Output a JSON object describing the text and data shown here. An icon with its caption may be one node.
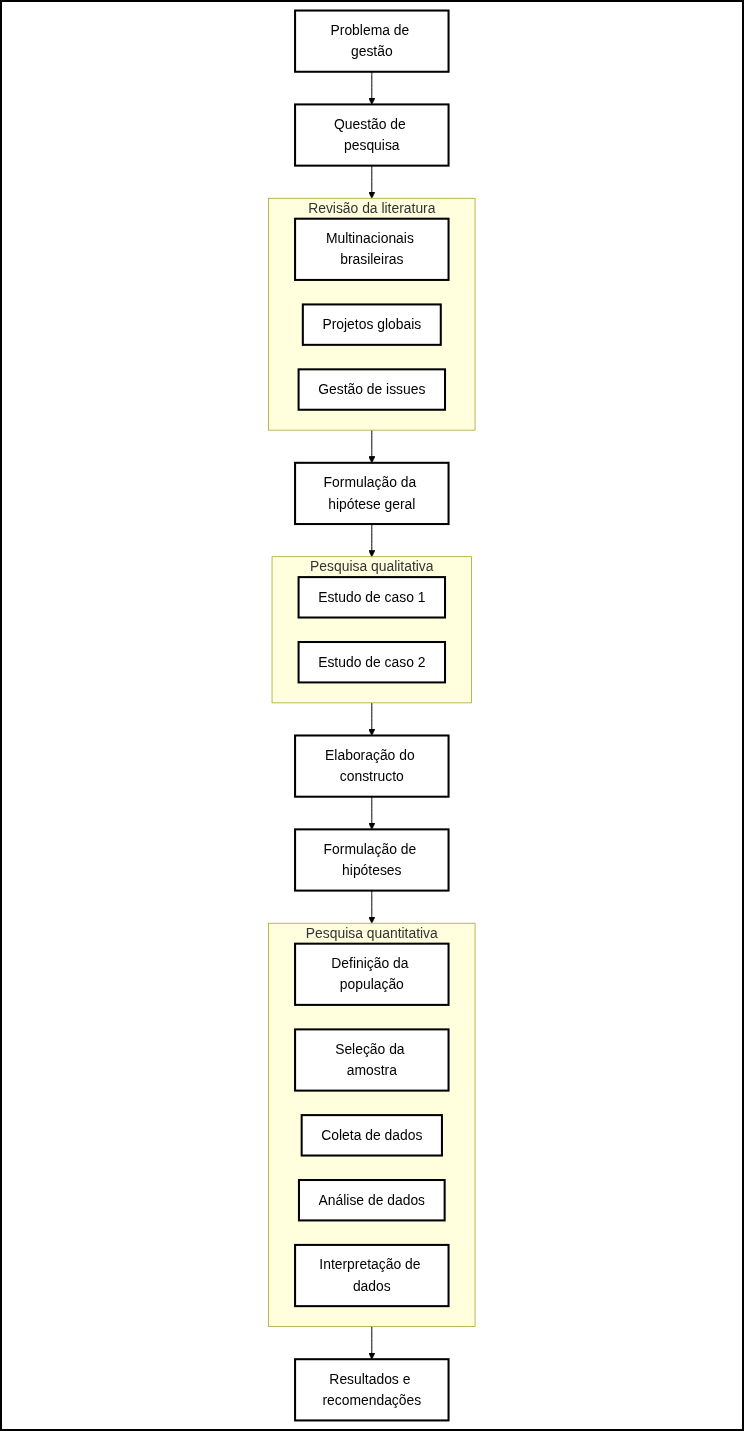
{
  "diagram": {
    "nodes": [
      {
        "text": [
          "Problema de gestão"
        ]
      },
      {
        "text": [
          "Questão de pesquisa"
        ]
      },
      {
        "text": [
          "Revisão da literatura"
        ]
      },
      {
        "text": [
          "Multinacionais brasileiras"
        ],
        "in": 2
      },
      {
        "text": [
          "Projetos globais"
        ],
        "in": 2
      },
      {
        "text": [
          "Gestão de issues"
        ],
        "in": 2
      },
      {
        "text": [
          "Formulação da hipótese geral"
        ]
      },
      {
        "text": [
          "Pesquisa qualitativa"
        ]
      },
      {
        "text": [
          "Estudo de caso 1"
        ],
        "in": 7
      },
      {
        "text": [
          "Estudo de caso 2"
        ],
        "in": 7
      },
      {
        "text": [
          "Elaboração do constructo"
        ]
      },
      {
        "text": [
          "Formulação de hipóteses"
        ]
      },
      {
        "text": [
          "Pesquisa quantitativa"
        ]
      },
      {
        "text": [
          "Definição da população"
        ],
        "in": 12
      },
      {
        "text": [
          "Seleção da amostra"
        ],
        "in": 12
      },
      {
        "text": [
          "Coleta de dados"
        ],
        "in": 12
      },
      {
        "text": [
          "Análise de dados"
        ],
        "in": 12
      },
      {
        "text": [
          "Interpretação de dados"
        ],
        "in": 12
      },
      {
        "text": [
          "Resultados e recomendações"
        ]
      }
    ],
    "edges": [
      {
        "from": 0,
        "to": 1,
        "arrow": "to"
      },
      {
        "from": 1,
        "to": 2,
        "arrow": "to"
      },
      {
        "from": 2,
        "to": 6,
        "arrow": "to"
      },
      {
        "from": 6,
        "to": 7,
        "arrow": "to"
      },
      {
        "from": 7,
        "to": 10,
        "arrow": "to"
      },
      {
        "from": 10,
        "to": 11,
        "arrow": "to"
      },
      {
        "from": 11,
        "to": 12,
        "arrow": "to"
      },
      {
        "from": 12,
        "to": 18,
        "arrow": "to"
      }
    ]
  }
}
